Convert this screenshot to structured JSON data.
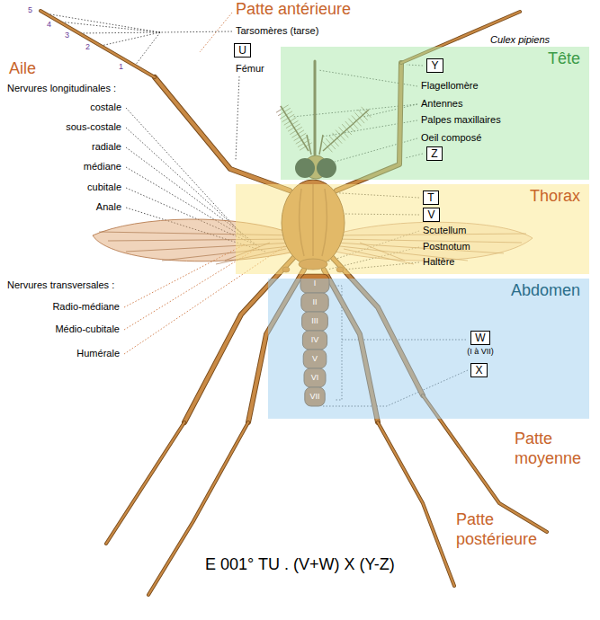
{
  "diagram": {
    "caption": "E 001° TU . (V+W) X (Y-Z)",
    "nodes": [
      {
        "text": [
          "U"
        ]
      },
      {
        "text": [
          "Tête"
        ]
      },
      {
        "text": [
          "Y"
        ],
        "in": 1
      },
      {
        "text": [
          "Z"
        ],
        "in": 1
      },
      {
        "text": [
          "Thorax"
        ]
      },
      {
        "text": [
          "T"
        ],
        "in": 4
      },
      {
        "text": [
          "V"
        ],
        "in": 4
      },
      {
        "text": [
          "Abdomen"
        ]
      },
      {
        "text": [
          "W",
          "(I à VII)"
        ],
        "in": 7
      },
      {
        "text": [
          "X"
        ],
        "in": 7
      }
    ],
    "labels": [
      "Patte antérieure",
      "Tarsomères (tarse)",
      "5",
      "4",
      "3",
      "2",
      "1",
      "Fémur",
      "Culex pipiens",
      "Aile",
      "Nervures longitudinales :",
      "costale",
      "sous-costale",
      "radiale",
      "médiane",
      "cubitale",
      "Anale",
      "Flagellomère",
      "Antennes",
      "Palpes maxillaires",
      "Oeil composé",
      "Scutellum",
      "Postnotum",
      "Haltère",
      "Nervures transversales :",
      "Radio-médiane",
      "Médio-cubitale",
      "Humérale",
      "I",
      "II",
      "III",
      "IV",
      "V",
      "VI",
      "VII",
      "Patte moyenne",
      "Patte postérieure"
    ]
  }
}
